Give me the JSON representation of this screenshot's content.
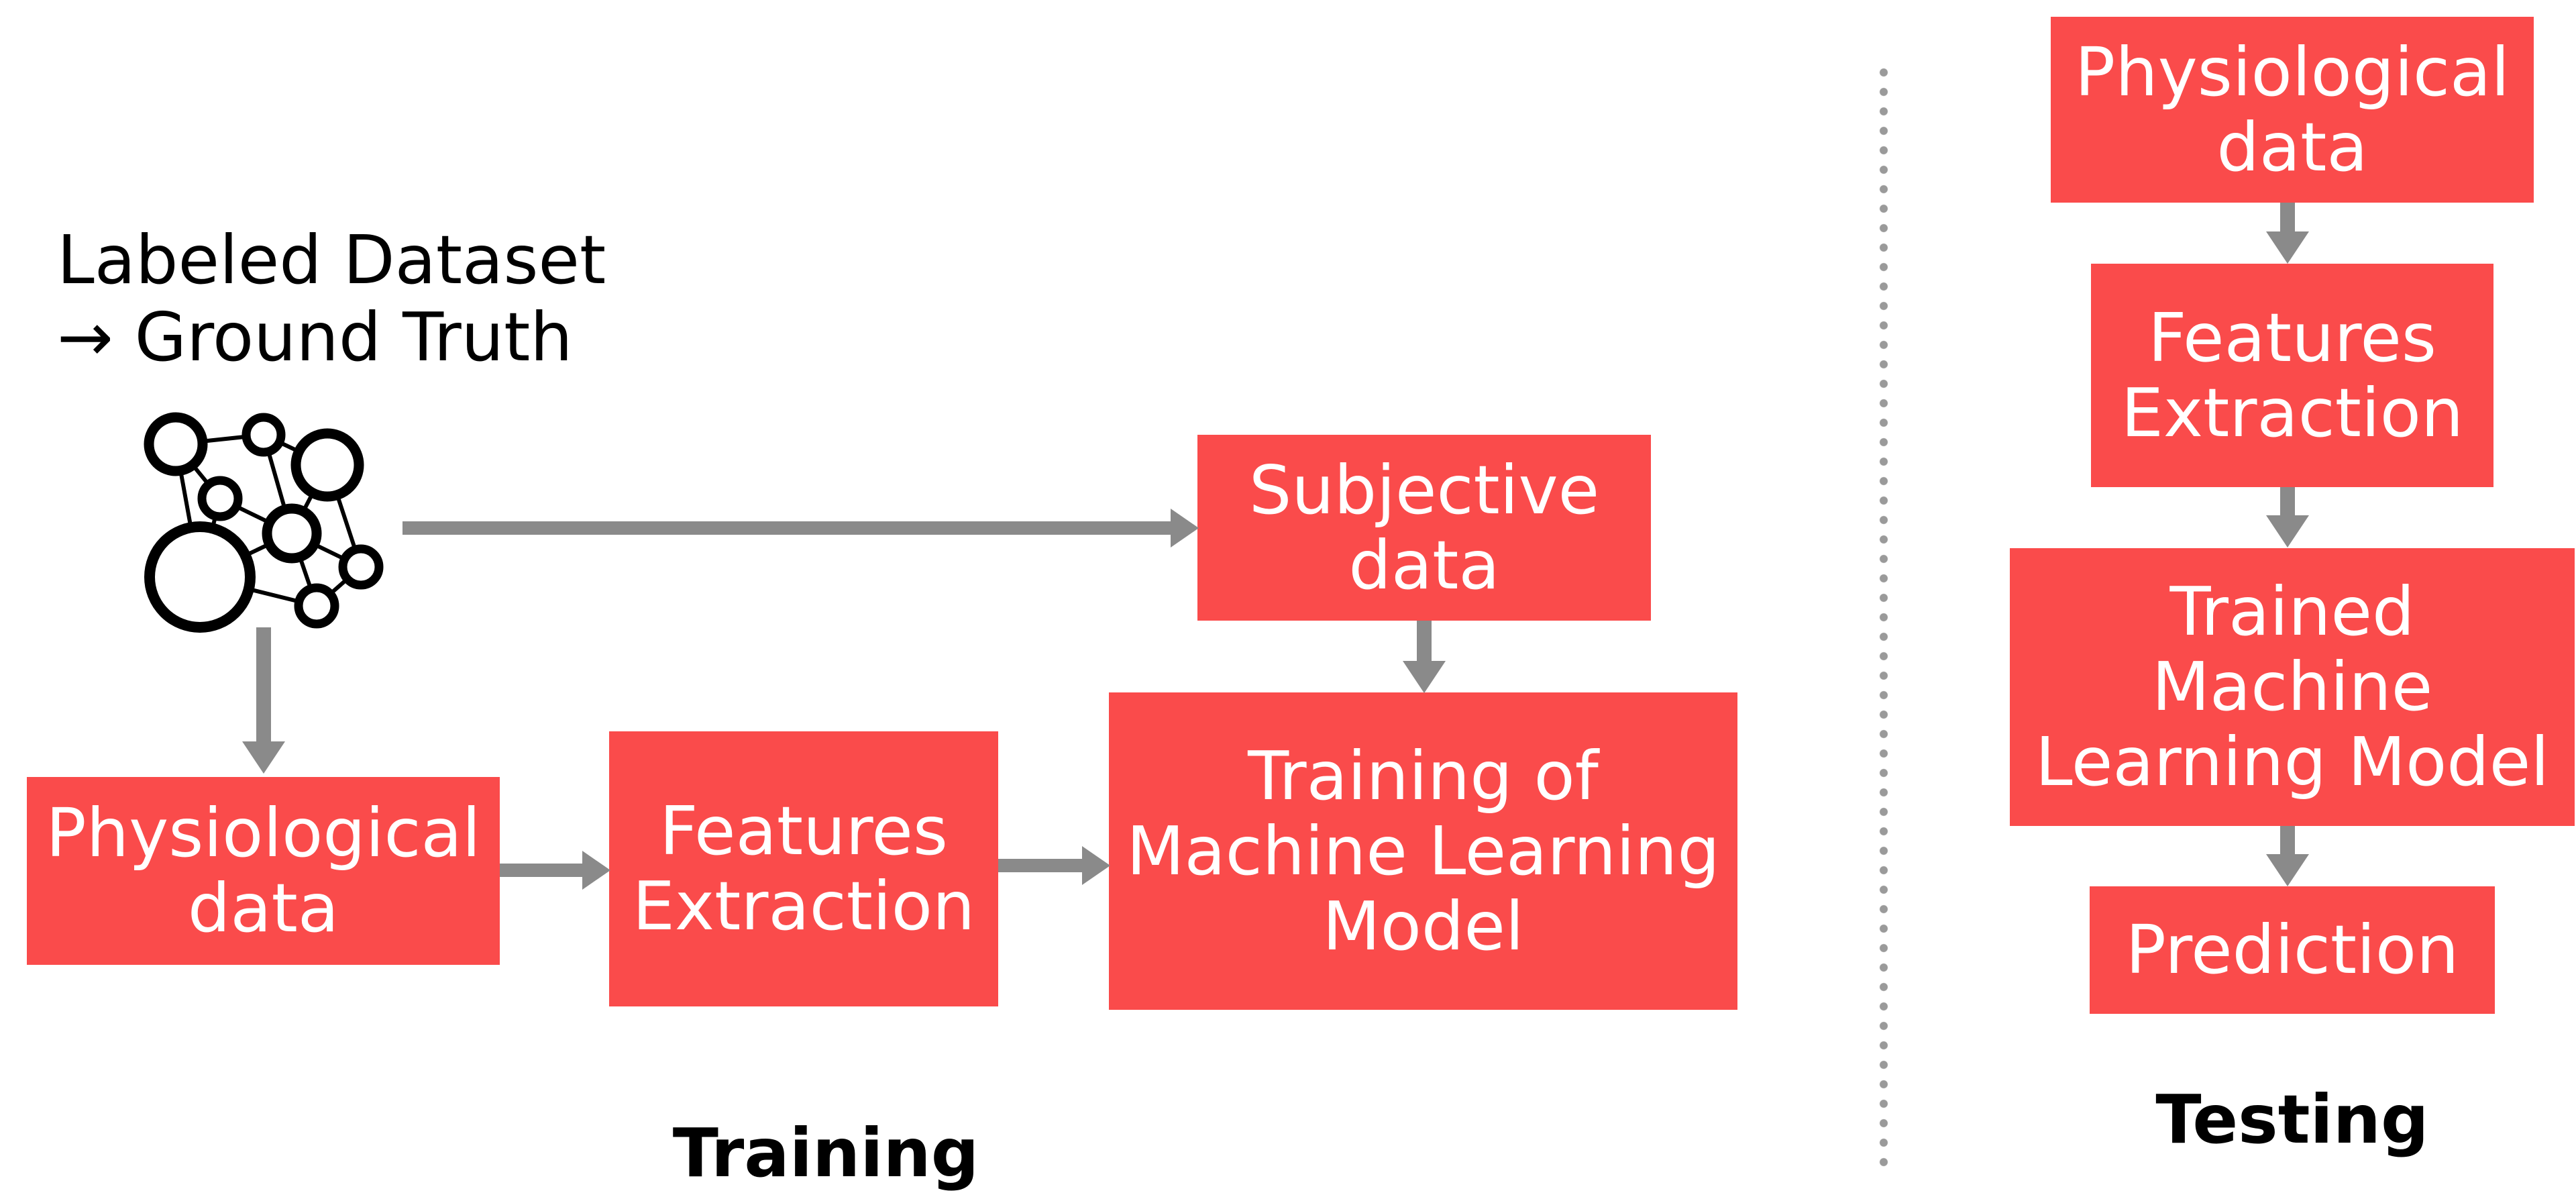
{
  "diagram": {
    "annotation": {
      "line1": "Labeled Dataset",
      "line2": "→ Ground Truth"
    },
    "training": {
      "section_label": "Training",
      "subjective_box": {
        "line1": "Subjective",
        "line2": "data"
      },
      "physiological_box": {
        "line1": "Physiological",
        "line2": "data"
      },
      "features_box": {
        "line1": "Features",
        "line2": "Extraction"
      },
      "model_box": {
        "line1": "Training of",
        "line2": "Machine Learning",
        "line3": "Model"
      }
    },
    "testing": {
      "section_label": "Testing",
      "physiological_box": {
        "line1": "Physiological",
        "line2": "data"
      },
      "features_box": {
        "line1": "Features",
        "line2": "Extraction"
      },
      "model_box": {
        "line1": "Trained",
        "line2": "Machine",
        "line3": "Learning Model"
      },
      "prediction_box": {
        "line1": "Prediction"
      }
    }
  },
  "icons": {
    "network_icon": "network-graph-of-connected-nodes"
  },
  "colors": {
    "box_red": "#fa4b4b",
    "arrow_gray": "#8a8a8a",
    "divider_dot_gray": "#9a9a9a",
    "box_text_white": "#ffffff",
    "label_text_black": "#000000",
    "background": "#ffffff"
  }
}
